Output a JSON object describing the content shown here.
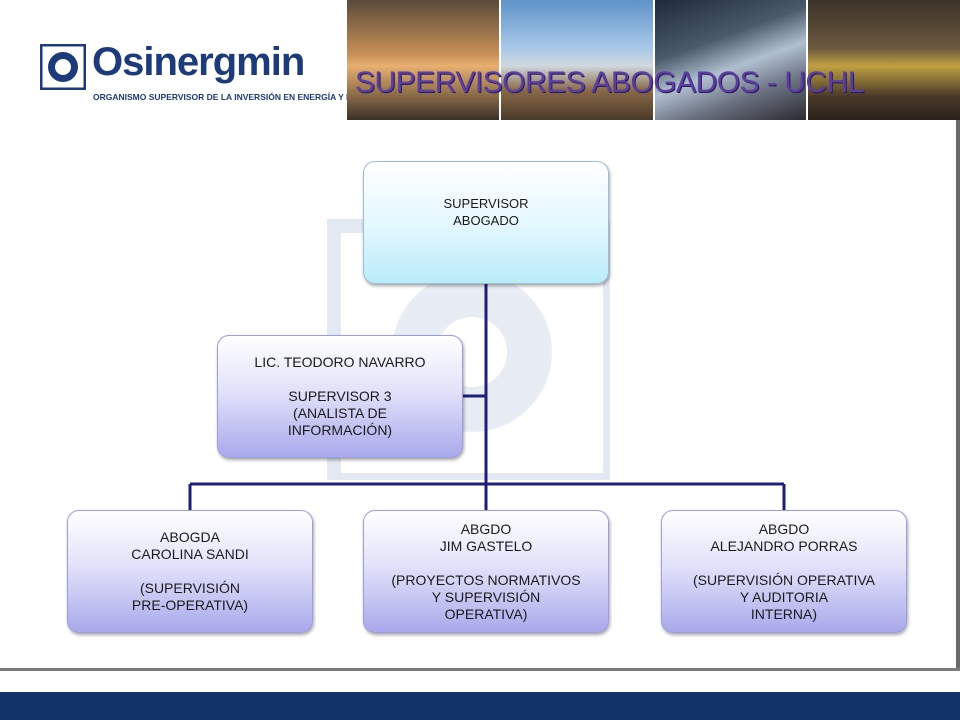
{
  "header": {
    "logo_name": "Osinergmin",
    "logo_subtitle": "ORGANISMO SUPERVISOR DE LA INVERSIÓN EN ENERGÍA Y MINERÍA",
    "title": "SUPERVISORES ABOGADOS - UCHL"
  },
  "org": {
    "top": "SUPERVISOR\nABOGADO",
    "assistant": "LIC. TEODORO NAVARRO\n\nSUPERVISOR 3\n(ANALISTA DE\nINFORMACIÓN)",
    "children": [
      "ABOGDA\nCAROLINA SANDI\n\n(SUPERVISIÓN\nPRE-OPERATIVA)",
      "ABGDO\nJIM GASTELO\n\n(PROYECTOS NORMATIVOS\nY SUPERVISIÓN\nOPERATIVA)",
      "ABGDO\nALEJANDRO PORRAS\n\n(SUPERVISIÓN OPERATIVA\nY AUDITORIA\nINTERNA)"
    ]
  },
  "colors": {
    "brand_blue": "#1d3a7a",
    "connector": "#1f1f7a",
    "title_purple": "#5a3fa0",
    "footer_blue": "#12336a"
  }
}
